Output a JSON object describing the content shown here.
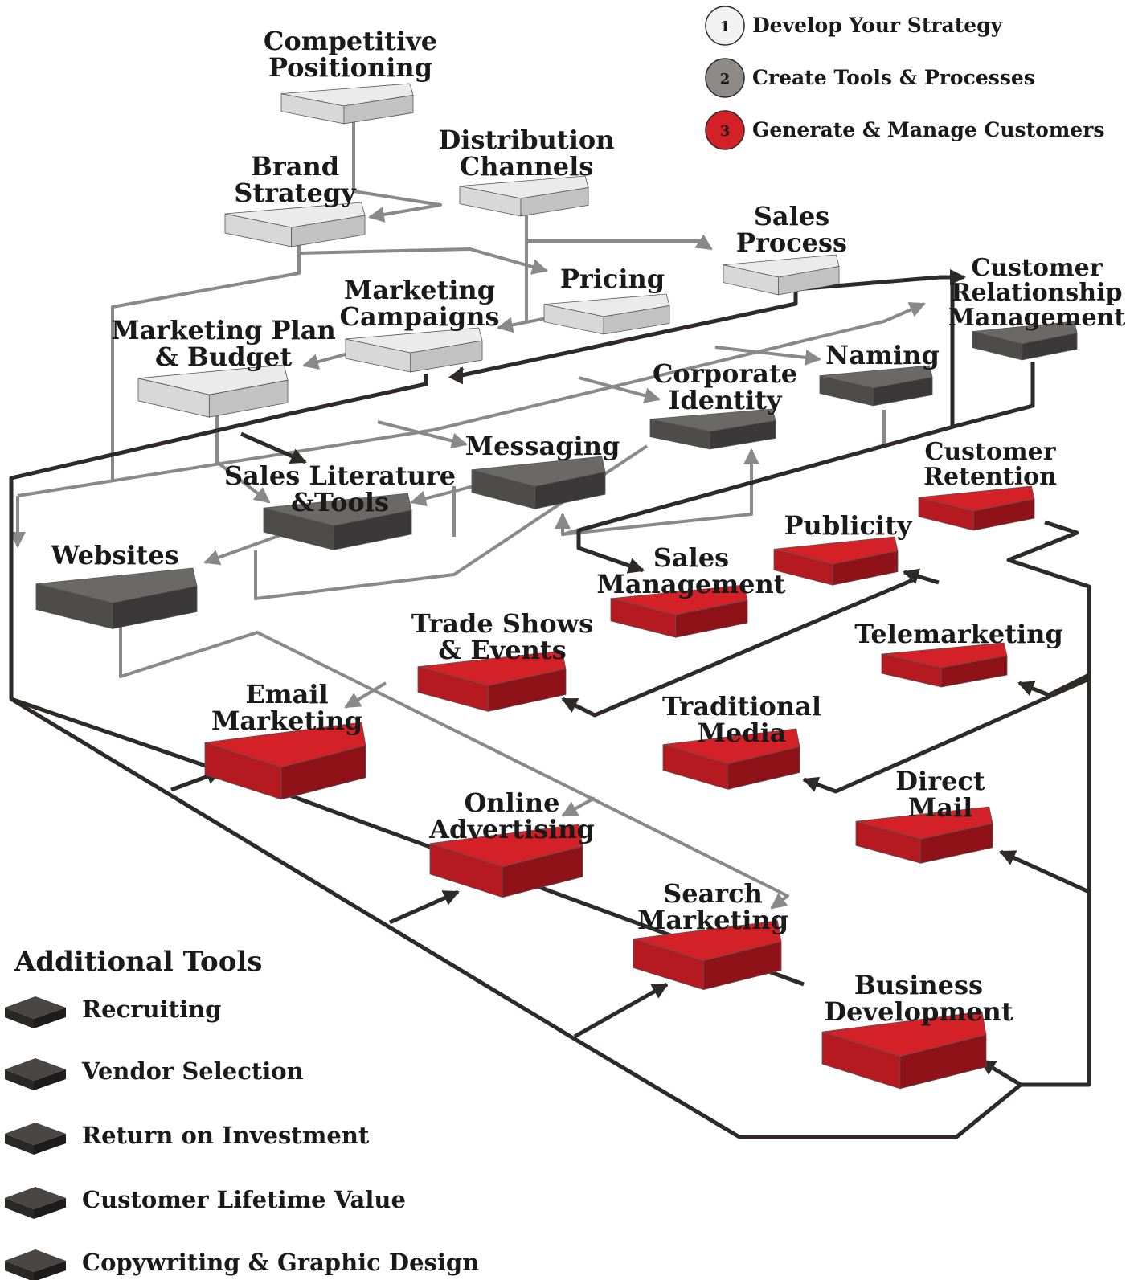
{
  "legend": {
    "items": [
      {
        "number": "1",
        "label": "Develop Your Strategy",
        "color": "#f2f2f2"
      },
      {
        "number": "2",
        "label": "Create Tools & Processes",
        "color": "#8e8a88"
      },
      {
        "number": "3",
        "label": "Generate & Manage Customers",
        "color": "#d42027"
      }
    ]
  },
  "stage_colors": {
    "strategy": {
      "top": "#ebebeb",
      "front": "#d8d8d8",
      "side": "#c2c2c2"
    },
    "tools": {
      "top": "#6b6868",
      "front": "#4e4b4b",
      "side": "#3a3838"
    },
    "customers": {
      "top": "#d42027",
      "front": "#b51a21",
      "side": "#8e1218"
    }
  },
  "nodes": [
    {
      "id": "competitive-positioning",
      "stage": "strategy",
      "lines": [
        "Competitive",
        "Positioning"
      ]
    },
    {
      "id": "brand-strategy",
      "stage": "strategy",
      "lines": [
        "Brand",
        "Strategy"
      ]
    },
    {
      "id": "distribution-channels",
      "stage": "strategy",
      "lines": [
        "Distribution",
        "Channels"
      ]
    },
    {
      "id": "sales-process",
      "stage": "strategy",
      "lines": [
        "Sales",
        "Process"
      ]
    },
    {
      "id": "pricing",
      "stage": "strategy",
      "lines": [
        "Pricing"
      ]
    },
    {
      "id": "marketing-campaigns",
      "stage": "strategy",
      "lines": [
        "Marketing",
        "Campaigns"
      ]
    },
    {
      "id": "marketing-plan-budget",
      "stage": "strategy",
      "lines": [
        "Marketing Plan",
        "& Budget"
      ]
    },
    {
      "id": "customer-relationship-management",
      "stage": "tools",
      "lines": [
        "Customer",
        "Relationship",
        "Management"
      ]
    },
    {
      "id": "naming",
      "stage": "tools",
      "lines": [
        "Naming"
      ]
    },
    {
      "id": "corporate-identity",
      "stage": "tools",
      "lines": [
        "Corporate",
        "Identity"
      ]
    },
    {
      "id": "messaging",
      "stage": "tools",
      "lines": [
        "Messaging"
      ]
    },
    {
      "id": "sales-literature-tools",
      "stage": "tools",
      "lines": [
        "Sales Literature",
        "&Tools"
      ]
    },
    {
      "id": "websites",
      "stage": "tools",
      "lines": [
        "Websites"
      ]
    },
    {
      "id": "customer-retention",
      "stage": "customers",
      "lines": [
        "Customer",
        "Retention"
      ]
    },
    {
      "id": "publicity",
      "stage": "customers",
      "lines": [
        "Publicity"
      ]
    },
    {
      "id": "sales-management",
      "stage": "customers",
      "lines": [
        "Sales",
        "Management"
      ]
    },
    {
      "id": "trade-shows-events",
      "stage": "customers",
      "lines": [
        "Trade Shows",
        "& Events"
      ]
    },
    {
      "id": "telemarketing",
      "stage": "customers",
      "lines": [
        "Telemarketing"
      ]
    },
    {
      "id": "traditional-media",
      "stage": "customers",
      "lines": [
        "Traditional",
        "Media"
      ]
    },
    {
      "id": "email-marketing",
      "stage": "customers",
      "lines": [
        "Email",
        "Marketing"
      ]
    },
    {
      "id": "direct-mail",
      "stage": "customers",
      "lines": [
        "Direct",
        "Mail"
      ]
    },
    {
      "id": "online-advertising",
      "stage": "customers",
      "lines": [
        "Online",
        "Advertising"
      ]
    },
    {
      "id": "search-marketing",
      "stage": "customers",
      "lines": [
        "Search",
        "Marketing"
      ]
    },
    {
      "id": "business-development",
      "stage": "customers",
      "lines": [
        "Business",
        "Development"
      ]
    }
  ],
  "additional_tools": {
    "title": "Additional Tools",
    "items": [
      "Recruiting",
      "Vendor Selection",
      "Return on Investment",
      "Customer Lifetime Value",
      "Copywriting & Graphic Design"
    ]
  }
}
